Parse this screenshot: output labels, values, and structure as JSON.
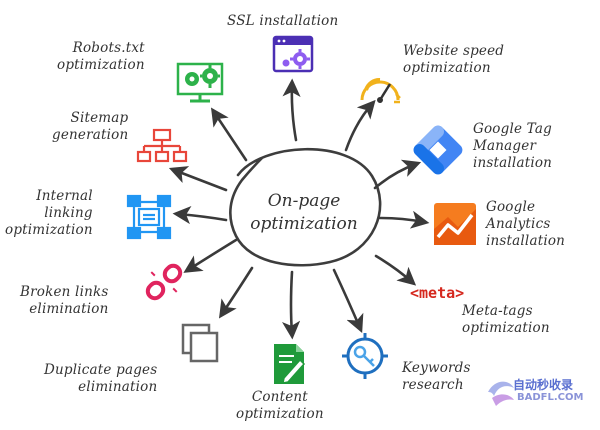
{
  "center": {
    "label": "On-page\noptimization"
  },
  "nodes": [
    {
      "id": "ssl",
      "label": "SSL installation",
      "icon": "browser-gear-icon",
      "color": "#4b2fb4"
    },
    {
      "id": "speed",
      "label": "Website speed\noptimization",
      "icon": "speedometer-icon",
      "color": "#f1b21c"
    },
    {
      "id": "gtm",
      "label": "Google Tag\nManager\ninstallation",
      "icon": "google-tag-manager-icon",
      "color": "#2d7ff9"
    },
    {
      "id": "ga",
      "label": "Google\nAnalytics\ninstallation",
      "icon": "google-analytics-icon",
      "color": "#f5731d"
    },
    {
      "id": "meta",
      "label": "Meta-tags\noptimization",
      "icon": "meta-tag-icon",
      "icon_text": "<meta>",
      "color": "#d5281e"
    },
    {
      "id": "keywords",
      "label": "Keywords\nresearch",
      "icon": "key-target-icon",
      "color": "#1f6fbf"
    },
    {
      "id": "content",
      "label": "Content\noptimization",
      "icon": "document-pen-icon",
      "color": "#1f9a3a"
    },
    {
      "id": "duplicate",
      "label": "Duplicate pages\nelimination",
      "icon": "duplicate-pages-icon",
      "color": "#555555"
    },
    {
      "id": "broken",
      "label": "Broken links\nelimination",
      "icon": "broken-link-icon",
      "color": "#e0245e"
    },
    {
      "id": "internal",
      "label": "Internal\nlinking\noptimization",
      "icon": "link-structure-icon",
      "color": "#2196f3"
    },
    {
      "id": "sitemap",
      "label": "Sitemap\ngeneration",
      "icon": "sitemap-icon",
      "color": "#e8463a"
    },
    {
      "id": "robots",
      "label": "Robots.txt\noptimization",
      "icon": "monitor-gears-icon",
      "color": "#2db24a"
    }
  ],
  "watermark": {
    "title": "自动秒收录",
    "subtitle": "BADFL.COM",
    "icon": "bird-logo-icon"
  }
}
